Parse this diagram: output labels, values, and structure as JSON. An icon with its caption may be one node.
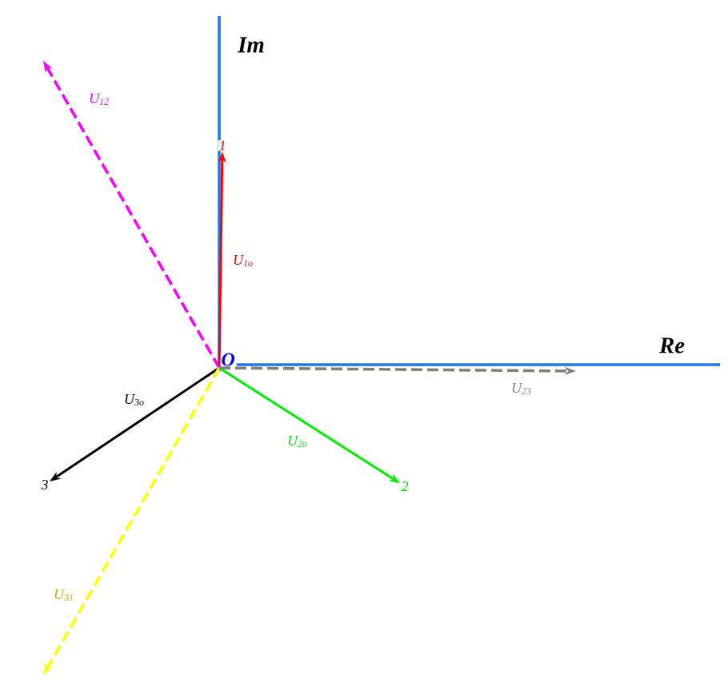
{
  "diagram": {
    "nodes": [
      {
        "text": [
          "O"
        ]
      },
      {
        "text": [
          "1"
        ]
      },
      {
        "text": [
          "2"
        ]
      },
      {
        "text": [
          "3"
        ]
      }
    ],
    "edges": [
      {
        "from": 0,
        "to": 1,
        "arrow": "to",
        "label": "U$_{1o}$",
        "color": "#ff0000"
      },
      {
        "from": 0,
        "to": 2,
        "arrow": "to",
        "label": "U$_{2o}$",
        "color": "#00ee00"
      },
      {
        "from": 0,
        "to": 3,
        "arrow": "to",
        "label": "U$_{3o}$",
        "color": "#000000"
      },
      {
        "from": 0,
        "to": null,
        "arrow": "to",
        "label": "U$_{12}$",
        "style": "dashed",
        "color": "#ff00ff"
      },
      {
        "from": 0,
        "to": null,
        "arrow": "to",
        "label": "U$_{31}$",
        "style": "dashed",
        "color": "#ffff00"
      },
      {
        "from": 0,
        "to": null,
        "arrow": "to",
        "label": "U$_{23}$",
        "style": "dashed",
        "color": "#808080"
      }
    ],
    "labels": [
      "Im",
      "Re"
    ]
  }
}
